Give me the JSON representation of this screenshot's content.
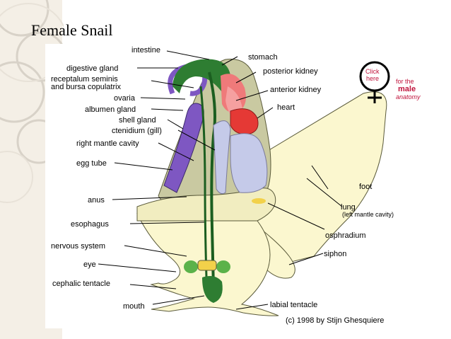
{
  "slide": {
    "title": "Female Snail"
  },
  "diagram": {
    "labels": {
      "intestine": "intestine",
      "stomach": "stomach",
      "digestive_gland": "digestive gland",
      "receptalum_1": "receptalum seminis",
      "receptalum_2": "and bursa copulatrix",
      "posterior_kidney": "posterior kidney",
      "ovaria": "ovaria",
      "anterior_kidney": "anterior kidney",
      "albumen_gland": "albumen gland",
      "heart": "heart",
      "shell_gland": "shell gland",
      "ctenidium": "ctenidium (gill)",
      "right_mantle_cavity": "right mantle cavity",
      "egg_tube": "egg tube",
      "foot": "foot",
      "anus": "anus",
      "lung": "lung",
      "lung_note": "(left mantle cavity)",
      "esophagus": "esophagus",
      "osphradium": "osphradium",
      "nervous_system": "nervous system",
      "siphon": "siphon",
      "eye": "eye",
      "cephalic_tentacle": "cephalic tentacle",
      "mouth": "mouth",
      "labial_tentacle": "labial tentacle"
    },
    "male_link": {
      "click_1": "Click",
      "click_2": "here",
      "for_the": "for the",
      "male": "male",
      "anatomy": "anatomy"
    },
    "copyright": "(c) 1998 by Stijn Ghesquiere"
  }
}
